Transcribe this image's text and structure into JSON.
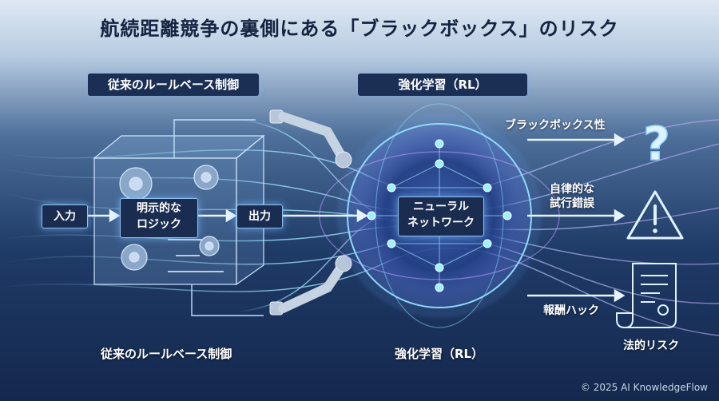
{
  "title": "航続距離競争の裏側にある「ブラックボックス」のリスク",
  "header_tags": {
    "left": "従来のルールベース制御",
    "right": "強化学習（RL）"
  },
  "rule_based": {
    "input_label": "入力",
    "logic_label_line1": "明示的な",
    "logic_label_line2": "ロジック",
    "output_label": "出力",
    "bottom_caption": "従来のルールベース制御"
  },
  "rl": {
    "network_label_line1": "ニューラル",
    "network_label_line2": "ネットワーク",
    "bottom_caption": "強化学習（RL）"
  },
  "risks": {
    "blackbox": "ブラックボックス性",
    "trial_line1": "自律的な",
    "trial_line2": "試行錯誤",
    "reward_hack": "報酬ハック",
    "legal": "法的リスク"
  },
  "icons": [
    "question-icon",
    "warning-icon",
    "document-icon",
    "gear-icon",
    "robot-arm-icon"
  ],
  "colors": {
    "accent_glow": "#7fd4ff",
    "neural_purple": "#a98bff",
    "dark_navy": "#1b2f55"
  },
  "copyright": "© 2025 AI KnowledgeFlow"
}
